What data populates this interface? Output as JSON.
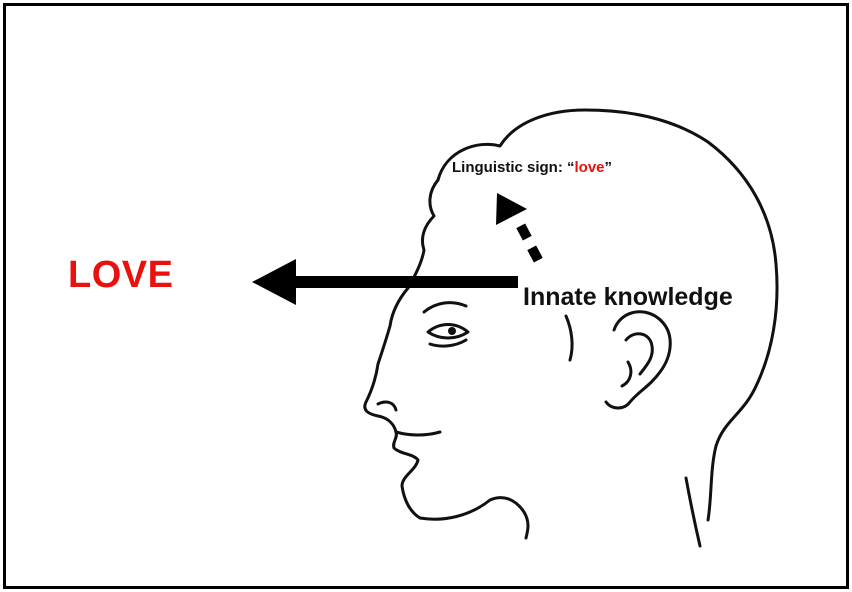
{
  "diagram": {
    "main_word": "LOVE",
    "linguistic_sign": {
      "prefix": "Linguistic sign: “",
      "word": "love",
      "suffix": "”"
    },
    "innate_knowledge": "Innate knowledge",
    "illustration": "head-profile-outline",
    "colors": {
      "accent": "#e8110e",
      "text": "#111111",
      "border": "#000000",
      "background": "#ffffff"
    }
  }
}
